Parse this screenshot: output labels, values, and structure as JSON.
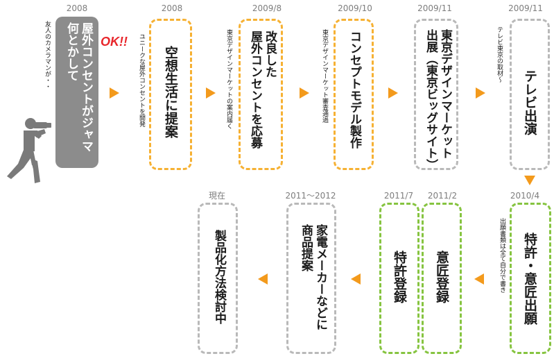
{
  "steps": {
    "s1": {
      "date": "2008",
      "title": "屋外コンセントがジャマ\n何とかして",
      "note": "友人のカメラマンが・・"
    },
    "ok": "OK!!",
    "s2": {
      "date": "2008",
      "title": "空想生活に提案",
      "note": "ユニークな屋外コンセントを開発"
    },
    "s3": {
      "date": "2009/8",
      "title": "改良した\n屋外コンセントを応募",
      "note": "東京デザインマーケットの案内届く"
    },
    "s4": {
      "date": "2009/10",
      "title": "コンセプトモデル製作",
      "note": "東京デザインマーケット審査通過"
    },
    "s5": {
      "date": "2009/11",
      "title": "東京デザインマーケット\n出展（東京ビッグサイト）"
    },
    "s6": {
      "date": "2009/11",
      "title": "テレビ出演",
      "note": "テレビ東京の取材〜"
    },
    "s7": {
      "date": "2010/4",
      "title": "特許・意匠出願",
      "note": "出願書類は全て自分で書き"
    },
    "s8": {
      "date": "2011/2",
      "title": "意匠登録"
    },
    "s9": {
      "date": "2011/7",
      "title": "特許登録"
    },
    "s10": {
      "date": "2011〜2012",
      "title": "家電メーカーなどに\n商品提案"
    },
    "s11": {
      "date": "現在",
      "title": "製品化方法検討中"
    }
  },
  "colors": {
    "orange": "#f6b133",
    "gray": "#b9b9b9",
    "green": "#86c440",
    "arrow": "#f39a1c",
    "ok": "#e8262b"
  },
  "icons": {
    "photographer": "photographer-silhouette-icon"
  }
}
